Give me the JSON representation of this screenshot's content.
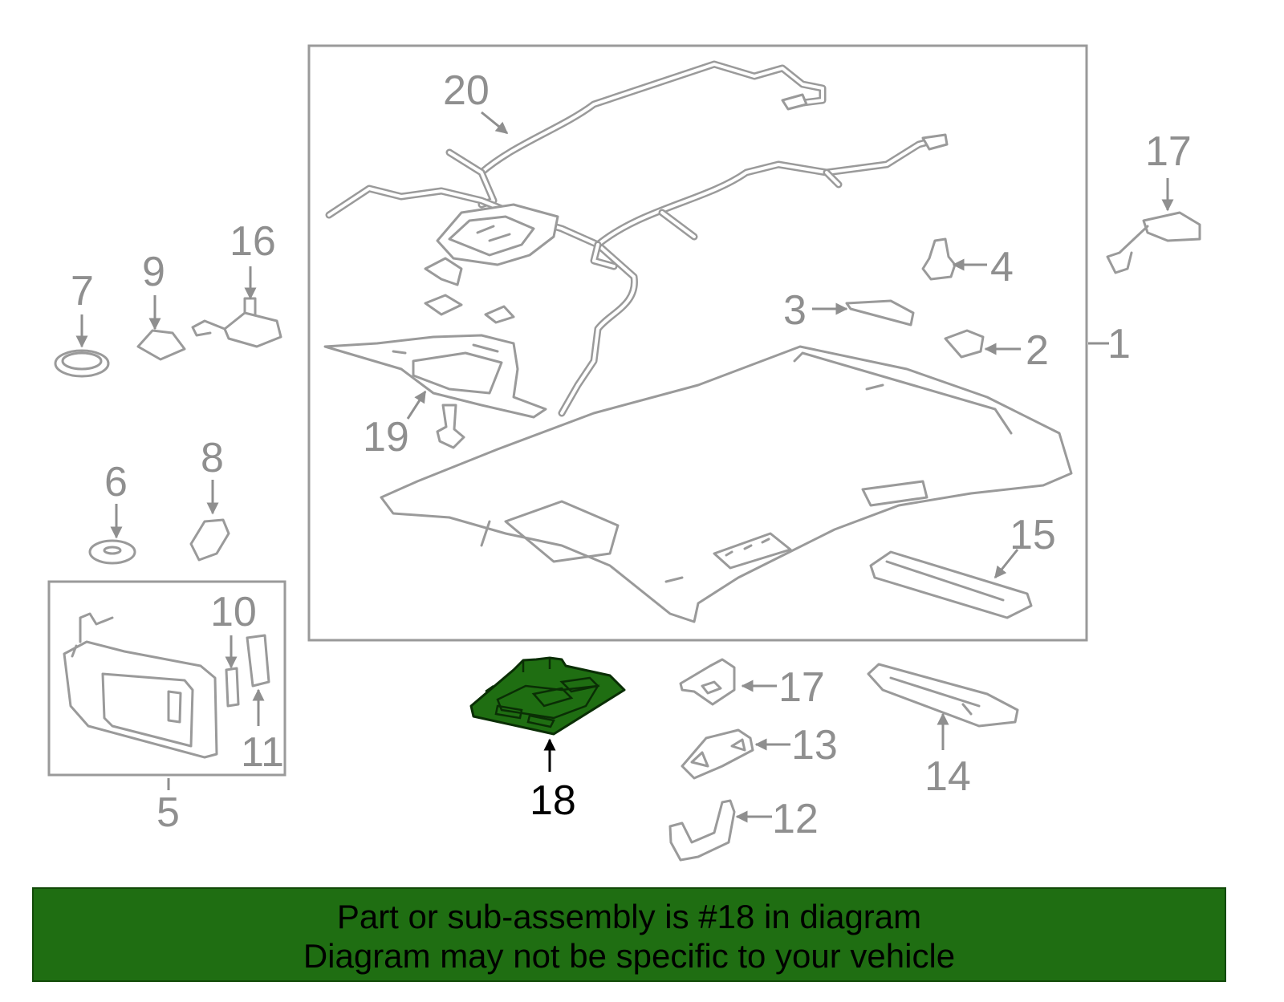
{
  "diagram": {
    "highlight_color": "#1f6e12",
    "callouts": {
      "c1": "1",
      "c2": "2",
      "c3": "3",
      "c4": "4",
      "c5": "5",
      "c6": "6",
      "c7": "7",
      "c8": "8",
      "c9": "9",
      "c10": "10",
      "c11": "11",
      "c12": "12",
      "c13": "13",
      "c14": "14",
      "c15": "15",
      "c16": "16",
      "c17a": "17",
      "c17b": "17",
      "c18": "18",
      "c19": "19",
      "c20": "20"
    }
  },
  "banner": {
    "line1": "Part or sub-assembly is #18 in diagram",
    "line2": "Diagram may not be specific to your vehicle"
  }
}
